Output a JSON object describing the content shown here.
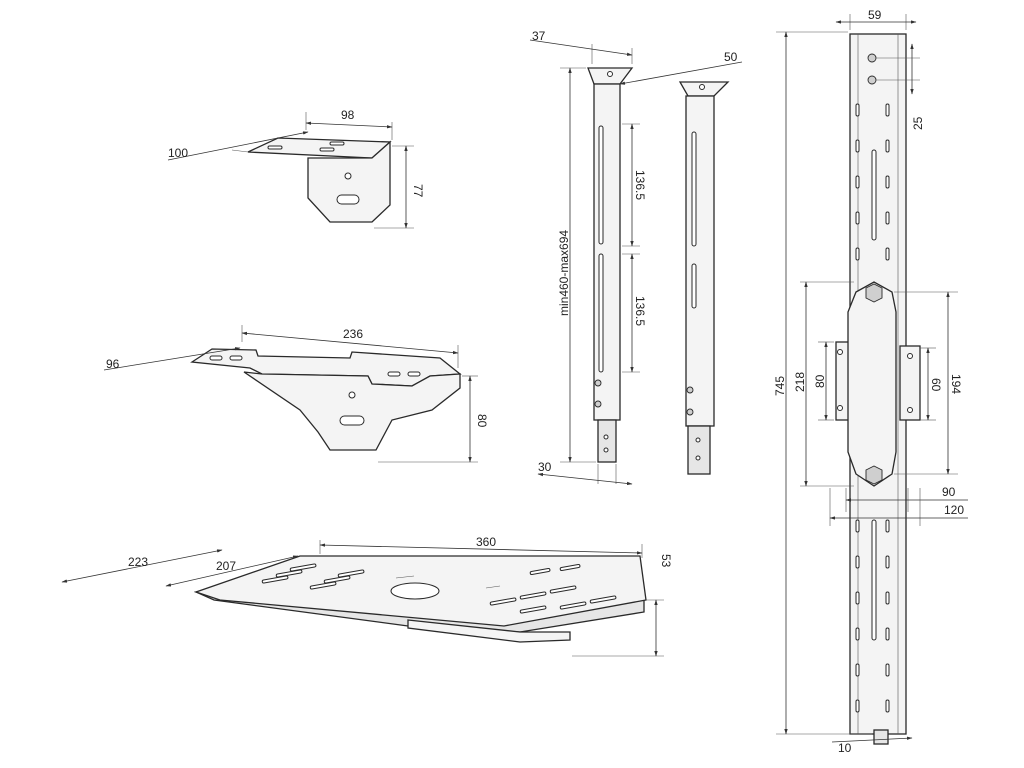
{
  "parts": {
    "small_bracket": {
      "width": "98",
      "depth": "100",
      "height": "77"
    },
    "medium_bracket": {
      "width": "236",
      "depth": "96",
      "height": "80"
    },
    "shelf": {
      "width": "360",
      "depth_outer": "223",
      "depth_inner": "207",
      "height": "53"
    },
    "extension_arms": {
      "width": "37",
      "depth": "50",
      "length_range": "min460-max694",
      "slot_upper": "136.5",
      "slot_lower": "136.5",
      "tube_width": "30"
    },
    "pole": {
      "width": "59",
      "hole_pitch": "25",
      "length": "745",
      "clamp_height": "218",
      "plate_height_left": "80",
      "plate_height_right": "60",
      "clamp_span": "194",
      "plate_width_inner": "90",
      "plate_width_outer": "120",
      "bottom_offset": "10"
    }
  },
  "colors": {
    "line": "#2a2a2a",
    "fill": "#f4f4f4",
    "background": "#ffffff"
  }
}
